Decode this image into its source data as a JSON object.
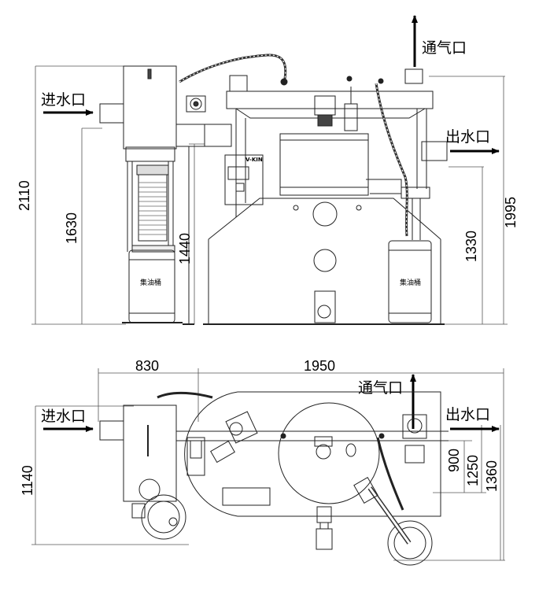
{
  "front_view": {
    "labels": {
      "inlet": "进水口",
      "vent": "通气口",
      "outlet": "出水口",
      "barrel_left": "集油桶",
      "barrel_right": "集油桶",
      "panel_brand": "V-KIN"
    },
    "dimensions": {
      "total_height_left": "2110",
      "inlet_height": "1630",
      "tank_height": "1440",
      "outlet_height": "1330",
      "total_height_right": "1995"
    }
  },
  "top_view": {
    "labels": {
      "inlet": "进水口",
      "vent": "通气口",
      "outlet": "出水口"
    },
    "dimensions": {
      "width_left": "830",
      "width_main": "1950",
      "depth_total": "1140",
      "depth_900": "900",
      "depth_1250": "1250",
      "depth_1360": "1360"
    }
  }
}
